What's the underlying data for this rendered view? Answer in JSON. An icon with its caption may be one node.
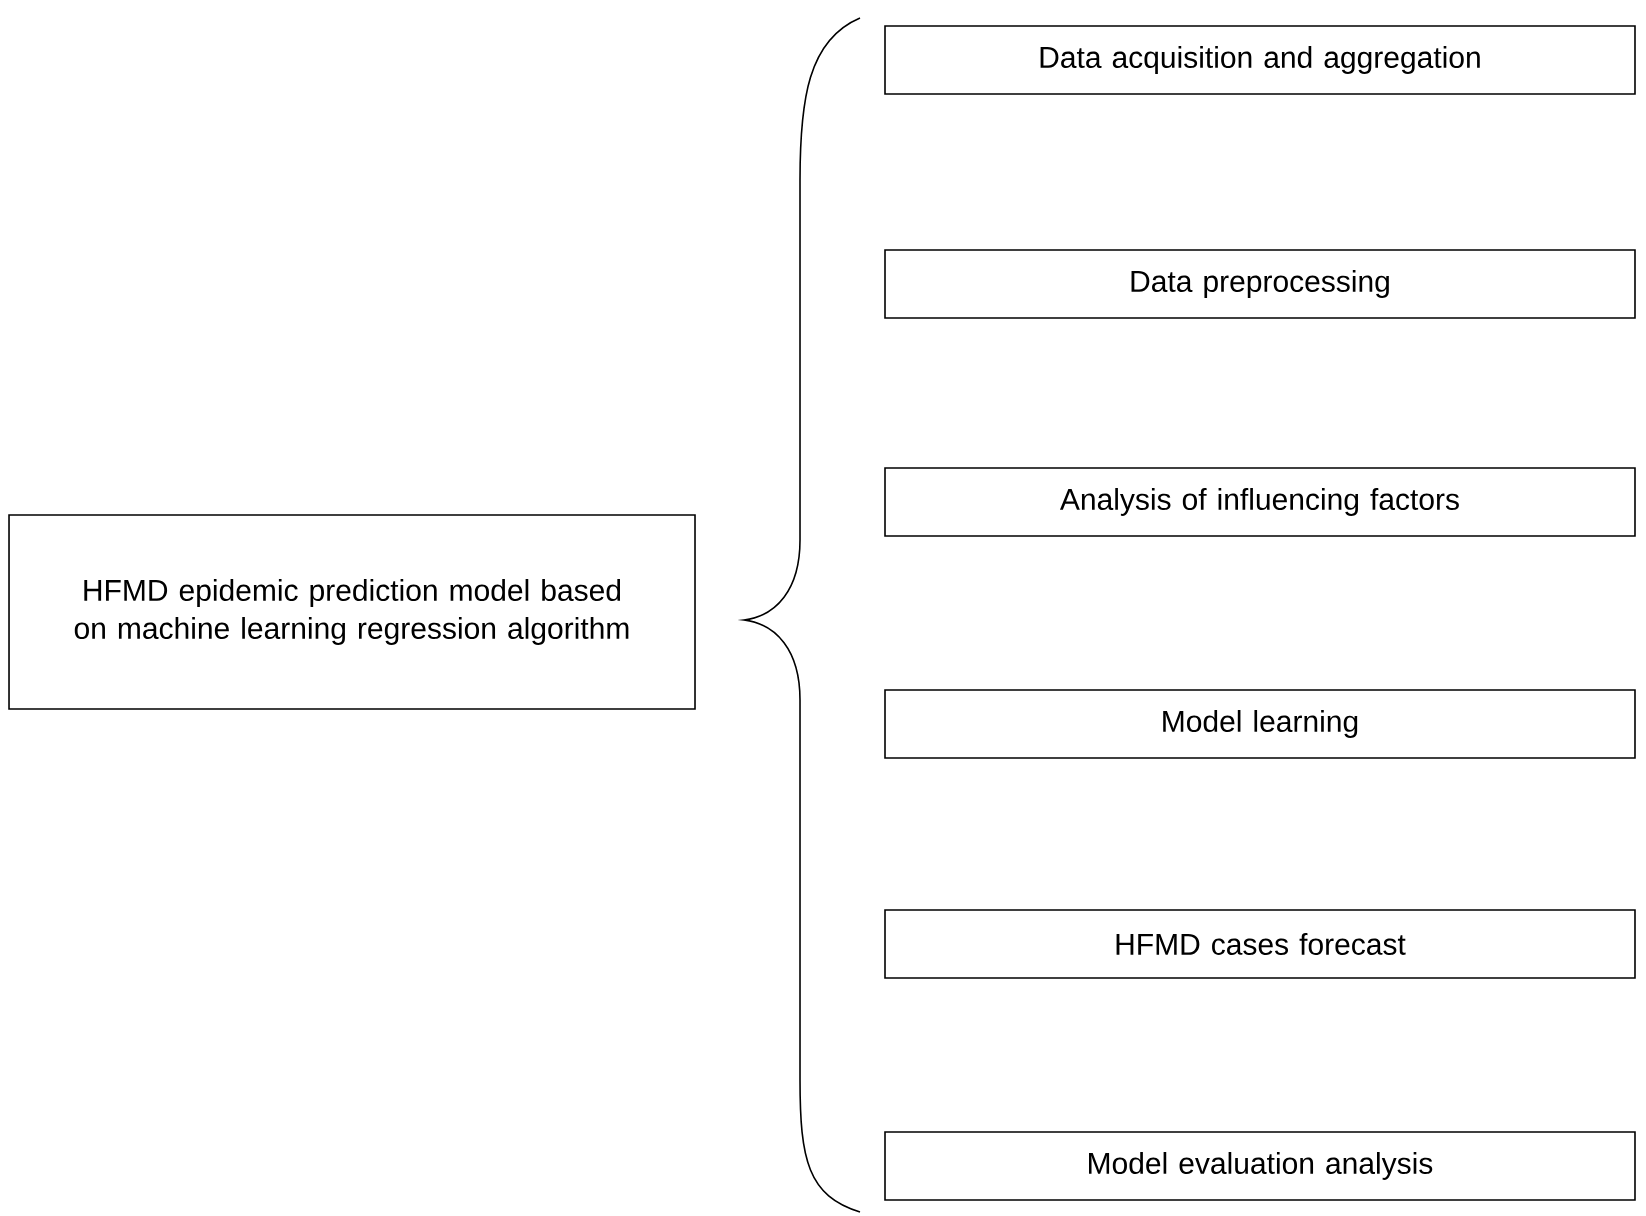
{
  "diagram": {
    "nodes": [
      {
        "text": [
          "HFMD epidemic prediction model based on machine learning regression algorithm"
        ]
      },
      {
        "text": [
          "Data acquisition and aggregation"
        ]
      },
      {
        "text": [
          "Data preprocessing"
        ]
      },
      {
        "text": [
          "Analysis of influencing factors"
        ]
      },
      {
        "text": [
          "Model learning"
        ]
      },
      {
        "text": [
          "HFMD cases forecast"
        ]
      },
      {
        "text": [
          "Model evaluation analysis"
        ]
      }
    ]
  }
}
